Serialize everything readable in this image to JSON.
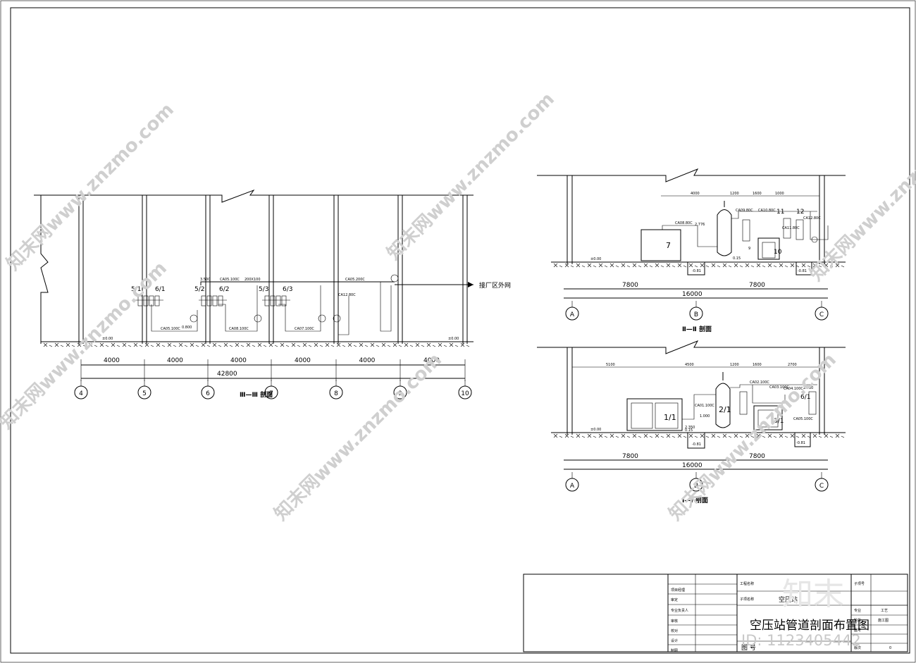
{
  "section3": {
    "grid_labels": [
      "4",
      "5",
      "6",
      "7",
      "8",
      "9",
      "10"
    ],
    "spans": [
      "4000",
      "4000",
      "4000",
      "4000",
      "4000",
      "4000"
    ],
    "total": "42800",
    "title": "Ⅲ—Ⅲ 剖面",
    "outlet_label": "接厂区外网",
    "equipment_labels": [
      "5/1",
      "6/1",
      "5/2",
      "6/2",
      "5/3",
      "6/3"
    ],
    "pipe_labels": [
      "CA05.100C",
      "CA05.200C",
      "CA05.100C",
      "CA08.100C",
      "CA07.100C",
      "CA12.80C",
      "3.500",
      "0.800",
      "200X100"
    ],
    "level_labels": [
      "±0.00",
      "±0.00"
    ]
  },
  "section2": {
    "grid_labels": [
      "A",
      "B",
      "C"
    ],
    "spans": [
      "7800",
      "7800"
    ],
    "total": "16000",
    "top_dims": [
      "4000",
      "1200",
      "1600",
      "1000"
    ],
    "title": "Ⅱ—Ⅱ 剖面",
    "equipment_labels": [
      "7",
      "9",
      "10",
      "11",
      "12"
    ],
    "pipe_labels": [
      "CA08.80C",
      "CA09.80C",
      "CA10.80C",
      "CA11.80C",
      "CA12.80C",
      "2.776"
    ],
    "level_labels": [
      "±0.00",
      "-0.81",
      "-0.81",
      "0.15"
    ]
  },
  "section1": {
    "grid_labels": [
      "A",
      "B",
      "C"
    ],
    "spans": [
      "7800",
      "7800"
    ],
    "total": "16000",
    "top_dims": [
      "5100",
      "4500",
      "1200",
      "1600",
      "2700"
    ],
    "title": "Ⅰ—Ⅰ 剖面",
    "equipment_labels": [
      "1/1",
      "2/1",
      "3/1",
      "6/1"
    ],
    "pipe_labels": [
      "CA01.100C",
      "CA02.100C",
      "CA03.100C",
      "CA04.100C",
      "CA05.100C",
      "2.350",
      "1.000",
      "2.780",
      "0.15"
    ],
    "level_labels": [
      "±0.00",
      "-0.81",
      "-0.81"
    ]
  },
  "titleblock": {
    "drawing_title": "空压站管道剖面布置图",
    "left_rows": [
      "项目经理",
      "审定",
      "专业负责人",
      "审核",
      "校对",
      "设计",
      "制图"
    ],
    "right_labels": [
      "工程名称",
      "子项名称",
      "子项号",
      "专业",
      "阶段",
      "图号",
      "版次"
    ],
    "sub_item_value": "空压站",
    "discipline_value": "工艺",
    "stage_value": "施工图",
    "revision_value": "0",
    "drawing_no_label": "图 号"
  },
  "watermark": {
    "text": "知末网www.znzmo.com",
    "logo": "知末",
    "id_text": "ID: 1123405442"
  }
}
